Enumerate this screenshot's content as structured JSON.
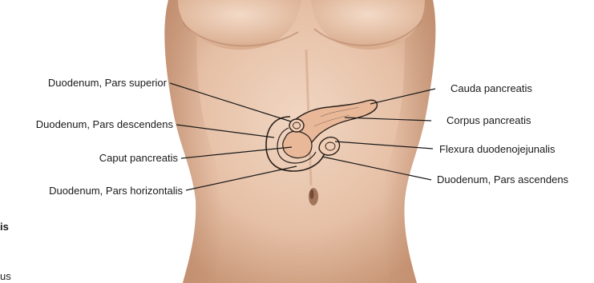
{
  "labels_left": [
    {
      "id": "duodenum-pars-superior",
      "text": "Duodenum, Pars superior"
    },
    {
      "id": "duodenum-pars-descendens",
      "text": "Duodenum, Pars descendens"
    },
    {
      "id": "caput-pancreatis",
      "text": "Caput pancreatis"
    },
    {
      "id": "duodenum-pars-horizontalis",
      "text": "Duodenum, Pars horizontalis"
    }
  ],
  "labels_right": [
    {
      "id": "cauda-pancreatis",
      "text": "Cauda pancreatis"
    },
    {
      "id": "corpus-pancreatis",
      "text": "Corpus pancreatis"
    },
    {
      "id": "flexura-duodenojejunalis",
      "text": "Flexura duodenojejunalis"
    },
    {
      "id": "duodenum-pars-ascendens",
      "text": "Duodenum, Pars ascendens"
    }
  ],
  "margin_fragments": {
    "fragment_1": "is",
    "fragment_2": "us"
  },
  "colors": {
    "skin_light": "#efd2bd",
    "skin_mid": "#e2b89c",
    "skin_shadow": "#c99878",
    "organ_fill": "#e8b89a",
    "organ_stroke": "#2a1f1a",
    "leader_line": "#1a1a1a"
  }
}
